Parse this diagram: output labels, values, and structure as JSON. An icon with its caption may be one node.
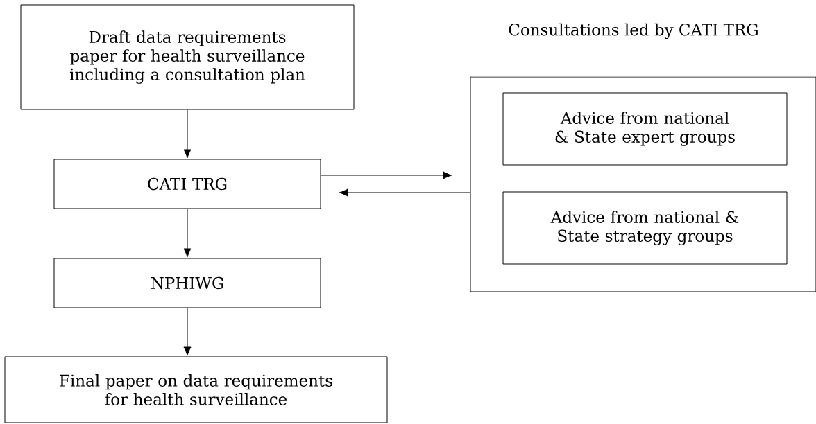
{
  "diagram": {
    "nodes": [
      {
        "text": [
          "Draft data requirements paper for health surveillance including a consultation plan"
        ]
      },
      {
        "text": [
          "CATI TRG"
        ]
      },
      {
        "text": [
          "NPHIWG"
        ]
      },
      {
        "text": [
          "Final paper on data requirements for health surveillance"
        ]
      },
      {
        "text": [
          "Consultations led by CATI TRG"
        ]
      },
      {
        "text": [
          "Advice from national & State expert groups"
        ],
        "in": 4
      },
      {
        "text": [
          "Advice from national & State strategy groups"
        ],
        "in": 4
      }
    ],
    "edges": [
      {
        "from": 0,
        "to": 1,
        "arrow": "to"
      },
      {
        "from": 1,
        "to": 2,
        "arrow": "to"
      },
      {
        "from": 2,
        "to": 3,
        "arrow": "to"
      },
      {
        "from": 1,
        "to": 4,
        "arrow": "to"
      },
      {
        "from": 4,
        "to": 1,
        "arrow": "to"
      }
    ]
  }
}
